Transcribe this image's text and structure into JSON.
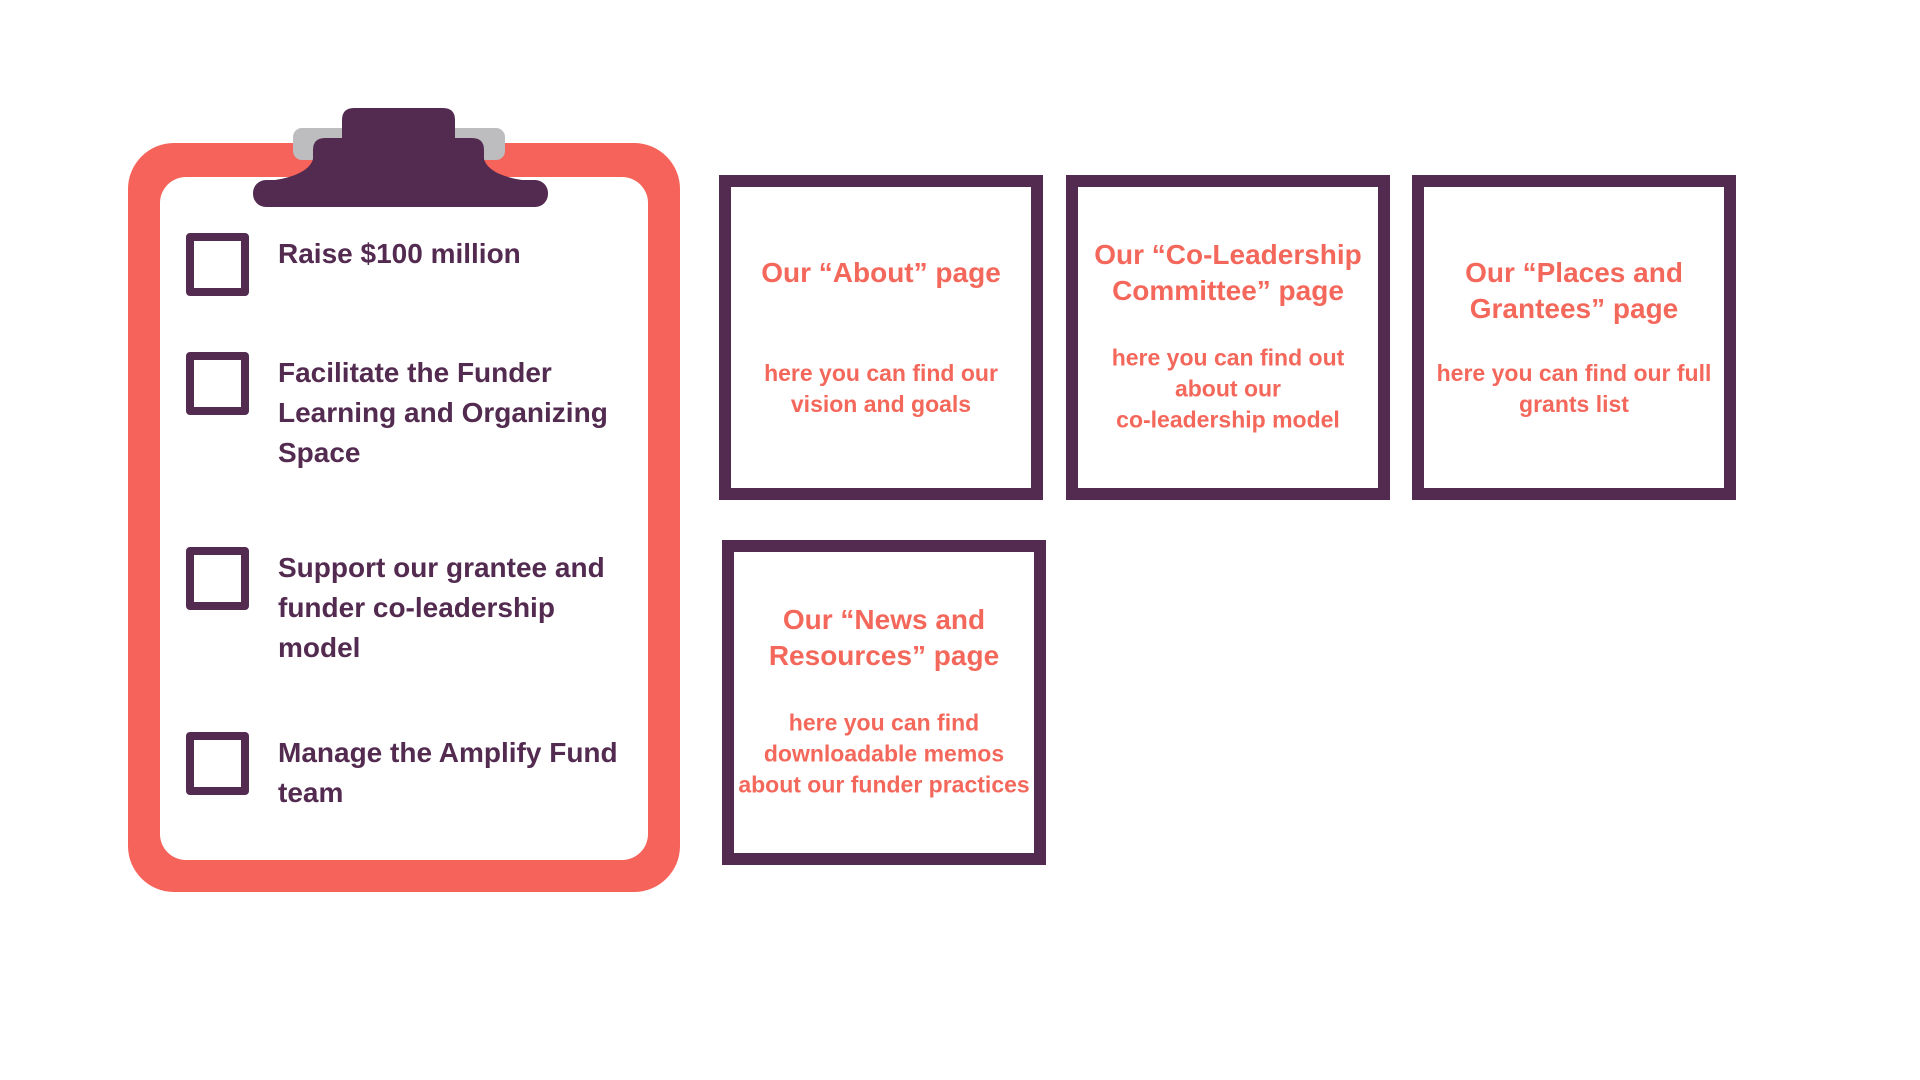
{
  "colors": {
    "coral": "#F5635A",
    "coral_text": "#F4685C",
    "purple": "#532B50",
    "clip_gray": "#BDBCBE",
    "background": "#FFFFFF"
  },
  "clipboard": {
    "items": [
      {
        "checked": false,
        "lines": [
          "Raise $100 million"
        ]
      },
      {
        "checked": false,
        "lines": [
          "Facilitate the Funder",
          "Learning and Organizing",
          "Space"
        ]
      },
      {
        "checked": false,
        "lines": [
          "Support our grantee and",
          "funder co-leadership",
          "model"
        ]
      },
      {
        "checked": false,
        "lines": [
          "Manage the Amplify Fund",
          "team"
        ]
      }
    ]
  },
  "cards": [
    {
      "title_lines": [
        "Our “About” page"
      ],
      "body_lines": [
        "here you can find our",
        "vision and goals"
      ]
    },
    {
      "title_lines": [
        "Our “Co-Leadership",
        "Committee” page"
      ],
      "body_lines": [
        "here you can find out",
        "about our",
        "co-leadership model"
      ]
    },
    {
      "title_lines": [
        "Our “Places and",
        "Grantees” page"
      ],
      "body_lines": [
        "here you can find our full",
        "grants list"
      ]
    },
    {
      "title_lines": [
        "Our “News and",
        "Resources” page"
      ],
      "body_lines": [
        "here you can find",
        "downloadable memos",
        "about our funder practices"
      ]
    }
  ]
}
